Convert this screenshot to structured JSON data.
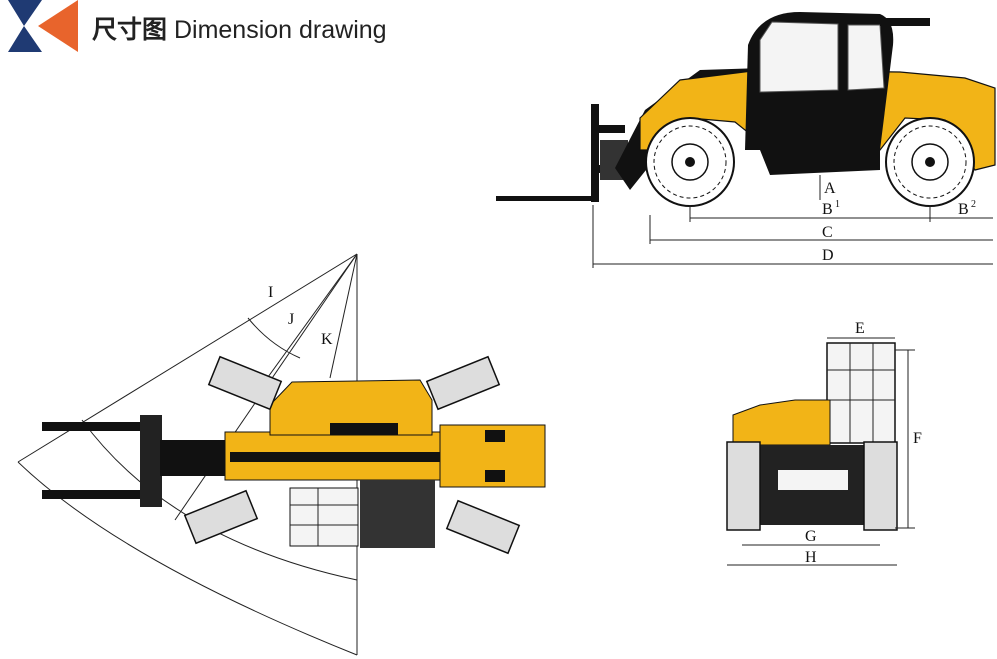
{
  "header": {
    "title_zh": "尺寸图",
    "title_en": "Dimension drawing"
  },
  "colors": {
    "logo_navy": "#1f3a73",
    "logo_orange": "#e8642c",
    "machine_yellow": "#f2b417",
    "machine_black": "#111111"
  },
  "icons": [
    "chevron-logo-icon"
  ],
  "side_view": {
    "labels": {
      "a": "A",
      "b1": "B",
      "b1_sup": "1",
      "b2": "B",
      "b2_sup": "2",
      "c": "C",
      "d": "D"
    }
  },
  "front_view": {
    "labels": {
      "e": "E",
      "f": "F",
      "g": "G",
      "h": "H"
    }
  },
  "top_view": {
    "labels": {
      "i": "I",
      "j": "J",
      "k": "K"
    }
  }
}
